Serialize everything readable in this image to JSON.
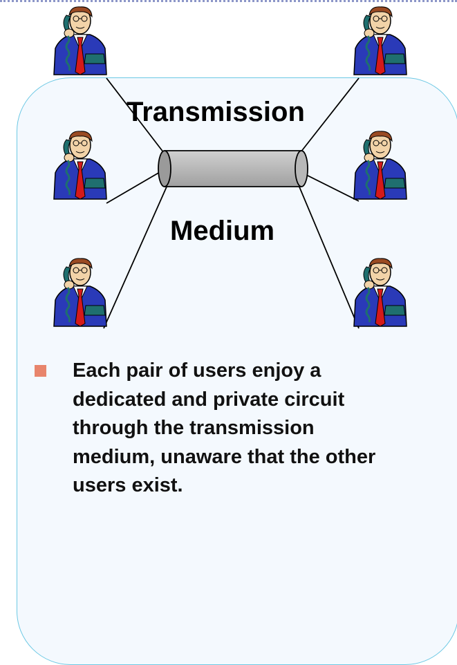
{
  "diagram": {
    "label_top": "Transmission",
    "label_bottom": "Medium",
    "users_left": [
      {
        "icon": "person-on-phone-icon"
      },
      {
        "icon": "person-on-phone-icon"
      },
      {
        "icon": "person-on-phone-icon"
      }
    ],
    "users_right": [
      {
        "icon": "person-on-phone-icon"
      },
      {
        "icon": "person-on-phone-icon"
      },
      {
        "icon": "person-on-phone-icon"
      }
    ],
    "medium_icon": "cable-cylinder-icon"
  },
  "bullets": [
    {
      "text": "Each pair of users enjoy a dedicated and private circuit through the transmission medium, unaware that the other users exist."
    }
  ],
  "colors": {
    "panel_fill": "#f4f9fe",
    "panel_border": "#6cc8e4",
    "bullet": "#e8856c",
    "suit": "#2a3ab8",
    "tie": "#d41a1a",
    "phone": "#1f6f6f"
  }
}
